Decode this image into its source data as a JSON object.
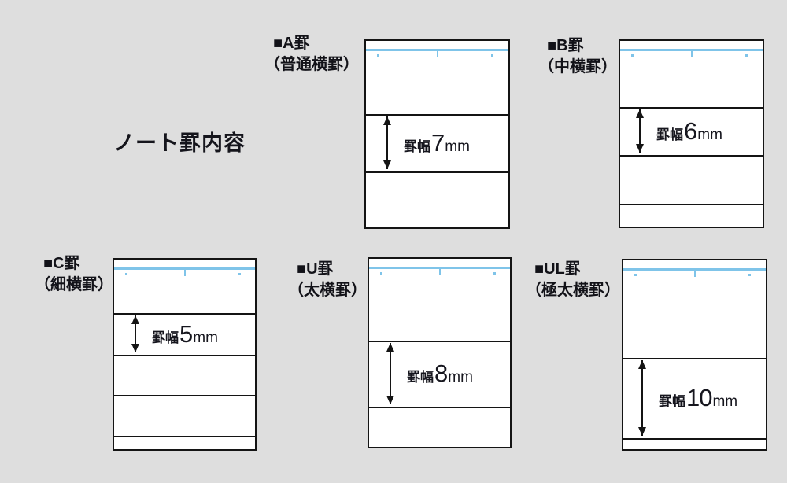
{
  "page": {
    "title": "ノート罫内容",
    "background_color": "#dedede",
    "rule_blue_color": "#7fc4e9",
    "line_color": "#141414"
  },
  "panels": [
    {
      "id": "A",
      "code": "■A罫",
      "subname": "（普通横罫）",
      "rule_width_mm": 7,
      "measure": {
        "prefix": "罫幅",
        "value": "7",
        "unit": "mm"
      }
    },
    {
      "id": "B",
      "code": "■B罫",
      "subname": "（中横罫）",
      "rule_width_mm": 6,
      "measure": {
        "prefix": "罫幅",
        "value": "6",
        "unit": "mm"
      }
    },
    {
      "id": "C",
      "code": "■C罫",
      "subname": "（細横罫）",
      "rule_width_mm": 5,
      "measure": {
        "prefix": "罫幅",
        "value": "5",
        "unit": "mm"
      }
    },
    {
      "id": "U",
      "code": "■U罫",
      "subname": "（太横罫）",
      "rule_width_mm": 8,
      "measure": {
        "prefix": "罫幅",
        "value": "8",
        "unit": "mm"
      }
    },
    {
      "id": "UL",
      "code": "■UL罫",
      "subname": "（極太横罫）",
      "rule_width_mm": 10,
      "measure": {
        "prefix": "罫幅",
        "value": "10",
        "unit": "mm"
      }
    }
  ]
}
